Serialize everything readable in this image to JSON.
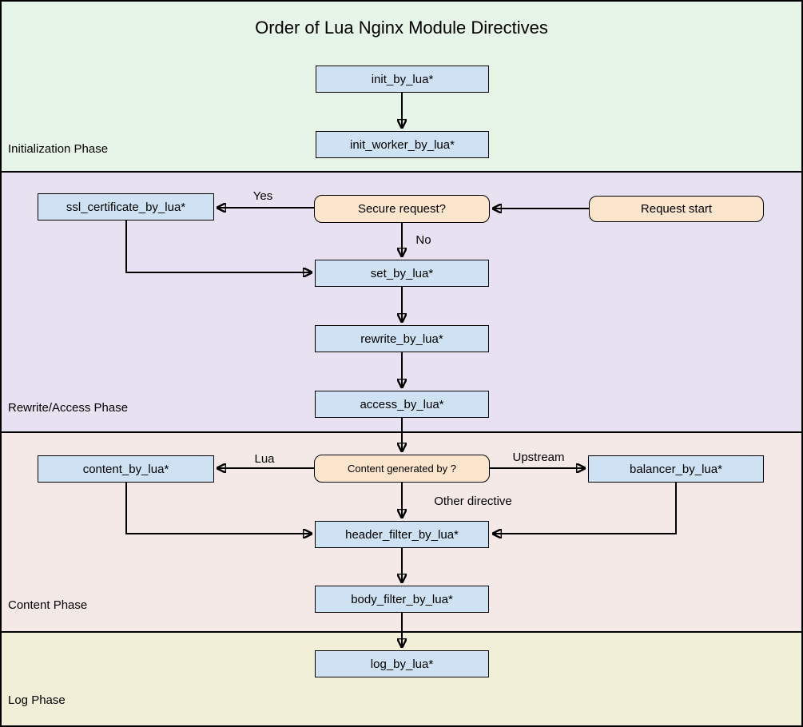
{
  "title": "Order of Lua Nginx Module Directives",
  "phases": [
    {
      "label": "Initialization Phase"
    },
    {
      "label": "Rewrite/Access Phase"
    },
    {
      "label": "Content Phase"
    },
    {
      "label": "Log Phase"
    }
  ],
  "nodes": {
    "init_by_lua": {
      "label": "init_by_lua*"
    },
    "init_worker_by_lua": {
      "label": "init_worker_by_lua*"
    },
    "ssl_certificate_by_lua": {
      "label": "ssl_certificate_by_lua*"
    },
    "secure_request": {
      "label": "Secure request?"
    },
    "request_start": {
      "label": "Request start"
    },
    "set_by_lua": {
      "label": "set_by_lua*"
    },
    "rewrite_by_lua": {
      "label": "rewrite_by_lua*"
    },
    "access_by_lua": {
      "label": "access_by_lua*"
    },
    "content_by_lua": {
      "label": "content_by_lua*"
    },
    "content_generated_by": {
      "label": "Content generated by ?"
    },
    "balancer_by_lua": {
      "label": "balancer_by_lua*"
    },
    "header_filter_by_lua": {
      "label": "header_filter_by_lua*"
    },
    "body_filter_by_lua": {
      "label": "body_filter_by_lua*"
    },
    "log_by_lua": {
      "label": "log_by_lua*"
    }
  },
  "edge_labels": {
    "yes": "Yes",
    "no": "No",
    "lua": "Lua",
    "upstream": "Upstream",
    "other_directive": "Other directive"
  },
  "colors": {
    "directive_box_fill": "#cfe2f3",
    "decision_box_fill": "#fce5cd",
    "init_phase_bg": "#e7f4e8",
    "rewrite_phase_bg": "#e7e1f2",
    "content_phase_bg": "#f4e9e7",
    "log_phase_bg": "#f1efd8",
    "line_color": "#000000"
  }
}
